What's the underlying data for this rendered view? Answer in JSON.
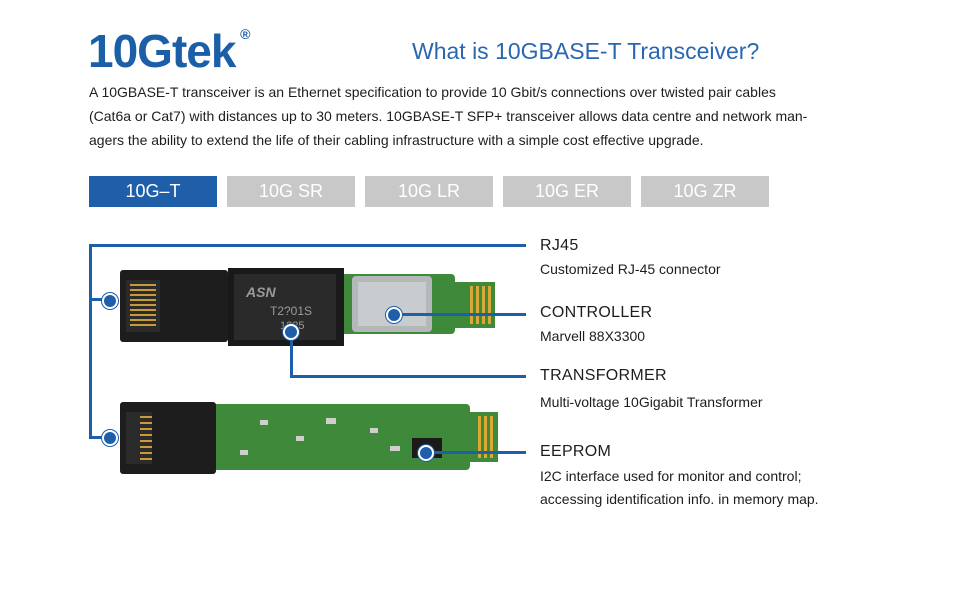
{
  "brand": {
    "name": "10Gtek",
    "mark": "®"
  },
  "heading": "What is 10GBASE-T Transceiver?",
  "intro": {
    "line1": "A 10GBASE-T transceiver is an Ethernet specification to provide 10 Gbit/s connections over twisted pair cables",
    "line2": "(Cat6a or Cat7) with distances up to 30 meters. 10GBASE-T SFP+ transceiver allows data centre and network man-",
    "line3": "agers the ability to extend the life of their cabling infrastructure with a simple cost effective upgrade."
  },
  "tabs": [
    {
      "label": "10G–T",
      "active": true
    },
    {
      "label": "10G SR",
      "active": false
    },
    {
      "label": "10G LR",
      "active": false
    },
    {
      "label": "10G ER",
      "active": false
    },
    {
      "label": "10G ZR",
      "active": false
    }
  ],
  "chip": {
    "maker": "ASN",
    "part": "T2?01S",
    "code": "1?25"
  },
  "callouts": {
    "rj45": {
      "title": "RJ45",
      "desc": "Customized RJ-45 connector"
    },
    "controller": {
      "title": "CONTROLLER",
      "desc": "Marvell 88X3300"
    },
    "transformer": {
      "title": "TRANSFORMER",
      "desc": "Multi-voltage 10Gigabit Transformer"
    },
    "eeprom": {
      "title": "EEPROM",
      "desc1": "I2C interface used for monitor and control;",
      "desc2": "accessing identification info. in memory map."
    }
  },
  "colors": {
    "accent": "#1f5ea9",
    "tab_inactive": "#c8c8c8",
    "pcb": "#3f8a3a",
    "connector": "#202020"
  }
}
